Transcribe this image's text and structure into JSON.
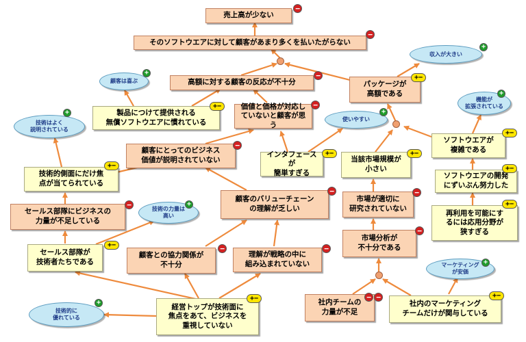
{
  "nodes": {
    "n1": "売上高が少ない",
    "n2": "そのソフトウエアに対して顧客があまり多くを払いたがらない",
    "n3": "高額に対する顧客の反応が不十分",
    "n4": "製品につけて提供される\n無償ソフトウエアに慣れている",
    "n5": "価値と価格が対応し\nていないと顧客が思う",
    "n6": "パッケージが\n高額である",
    "n7": "顧客にとってのビジネス\n価値が説明されていない",
    "n8": "インタフェースが\n簡単すぎる",
    "n9": "当該市場規模が\n小さい",
    "n10": "ソフトウエアが\n複雑である",
    "n11": "技術的側面にだけ焦\n点が当てられている",
    "n12": "ソフトウエアの開発\nにずいぶん努力した",
    "n13": "顧客のバリューチェーン\nの理解が乏しい",
    "n14": "市場が適切に\n研究されていない",
    "n15": "セールス部隊にビジネスの\n力量が不足している",
    "n16": "再利用を可能にす\nるには応用分野が\n狭すぎる",
    "n17": "市場分析が\n不十分である",
    "n18": "セールス部隊が\n技術者たちである",
    "n19": "顧客との協力関係が\n不十分",
    "n20": "理解が戦略の中に\n組み込まれていない",
    "n21": "経営トップが技術面に\n焦点をあて、ビジネスを\n重視していない",
    "n22": "社内チームの\n力量が不足",
    "n23": "社内のマーケティング\nチームだけが関与している"
  },
  "ellipses": {
    "e1": "収入が大きい",
    "e2": "顧客は喜ぶ",
    "e3": "機能が\n拡張されている",
    "e4": "技術はよく\n説明されている",
    "e5": "使いやすい",
    "e6": "技術の力量は\n高い",
    "e7": "マーケティング\nが安価",
    "e8": "技術的に\n優れている"
  },
  "badges": {
    "minus": "−",
    "plus": "+",
    "pm": "+−"
  },
  "colors": {
    "arrow": "#ee8a3c",
    "box_orange": "#fbd4b4",
    "box_yellow": "#ffffcc",
    "ellipse": "#c6e8f5",
    "minus_badge": "#d42020",
    "plus_badge": "#1e9c2a",
    "pm_badge": "#ffe600"
  }
}
